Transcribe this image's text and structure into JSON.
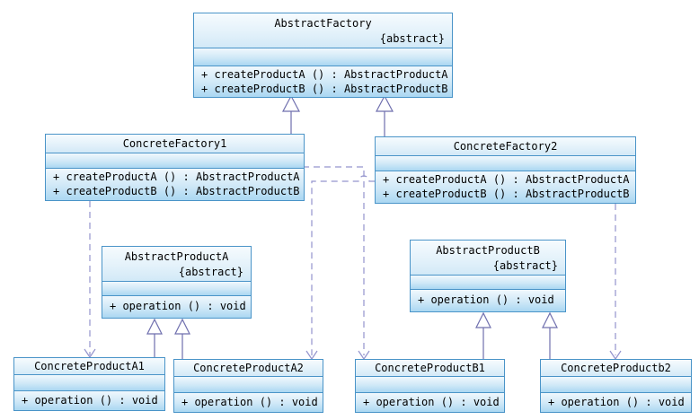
{
  "diagram_type": "uml-class-diagram",
  "colors": {
    "box_border": "#4a94c8",
    "box_fill_top": "#f2f9fd",
    "box_fill_bottom": "#aad7f2",
    "generalization_line": "#6f6fae",
    "dependency_line": "#9393cd",
    "text": "#000000",
    "background": "#ffffff"
  },
  "classes": {
    "abstract_factory": {
      "name": "AbstractFactory",
      "stereotype": "{abstract}",
      "operations": [
        "+ createProductA () : AbstractProductA",
        "+ createProductB () : AbstractProductB"
      ]
    },
    "concrete_factory1": {
      "name": "ConcreteFactory1",
      "operations": [
        "+ createProductA () : AbstractProductA",
        "+ createProductB () : AbstractProductB"
      ]
    },
    "concrete_factory2": {
      "name": "ConcreteFactory2",
      "operations": [
        "+ createProductA () : AbstractProductA",
        "+ createProductB () : AbstractProductB"
      ]
    },
    "abstract_product_a": {
      "name": "AbstractProductA",
      "stereotype": "{abstract}",
      "operations": [
        "+ operation () : void"
      ]
    },
    "abstract_product_b": {
      "name": "AbstractProductB",
      "stereotype": "{abstract}",
      "operations": [
        "+ operation () : void"
      ]
    },
    "concrete_product_a1": {
      "name": "ConcreteProductA1",
      "operations": [
        "+ operation () : void"
      ]
    },
    "concrete_product_a2": {
      "name": "ConcreteProductA2",
      "operations": [
        "+ operation () : void"
      ]
    },
    "concrete_product_b1": {
      "name": "ConcreteProductB1",
      "operations": [
        "+ operation () : void"
      ]
    },
    "concrete_product_b2": {
      "name": "ConcreteProductb2",
      "operations": [
        "+ operation () : void"
      ]
    }
  },
  "relationships": [
    {
      "type": "generalization",
      "from": "ConcreteFactory1",
      "to": "AbstractFactory"
    },
    {
      "type": "generalization",
      "from": "ConcreteFactory2",
      "to": "AbstractFactory"
    },
    {
      "type": "generalization",
      "from": "ConcreteProductA1",
      "to": "AbstractProductA"
    },
    {
      "type": "generalization",
      "from": "ConcreteProductA2",
      "to": "AbstractProductA"
    },
    {
      "type": "generalization",
      "from": "ConcreteProductB1",
      "to": "AbstractProductB"
    },
    {
      "type": "generalization",
      "from": "ConcreteProductb2",
      "to": "AbstractProductB"
    },
    {
      "type": "dependency",
      "from": "ConcreteFactory1",
      "to": "ConcreteProductA1"
    },
    {
      "type": "dependency",
      "from": "ConcreteFactory1",
      "to": "ConcreteProductB1"
    },
    {
      "type": "dependency",
      "from": "ConcreteFactory2",
      "to": "ConcreteProductA2"
    },
    {
      "type": "dependency",
      "from": "ConcreteFactory2",
      "to": "ConcreteProductb2"
    }
  ]
}
